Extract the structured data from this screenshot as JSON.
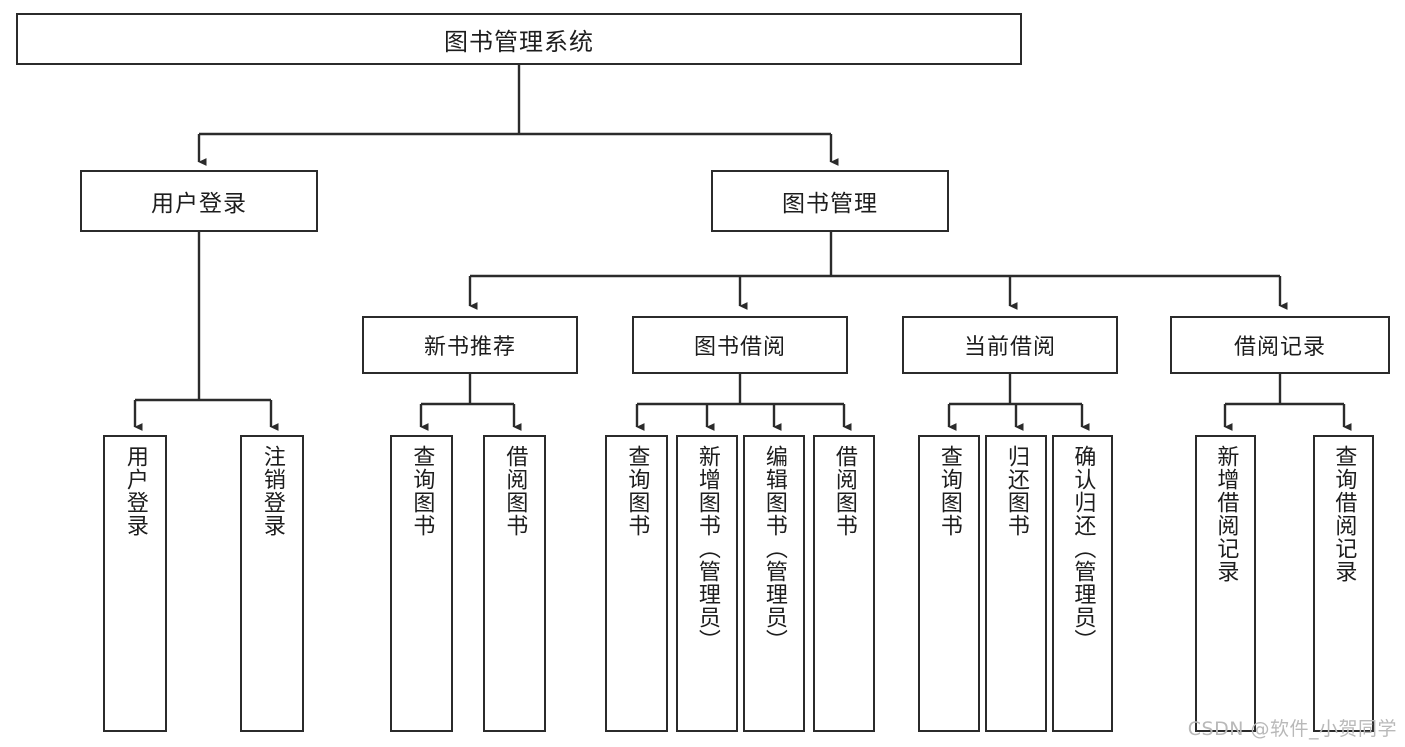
{
  "diagram": {
    "title": "图书管理系统",
    "type": "tree-diagram",
    "watermark": "CSDN @软件_小贺同学",
    "colors": {
      "border": "#2b2b2b",
      "background": "#ffffff",
      "text": "#1d1d1d",
      "watermark": "#b9b9b9"
    },
    "root": {
      "label": "图书管理系统"
    },
    "level2": [
      {
        "label": "用户登录"
      },
      {
        "label": "图书管理"
      }
    ],
    "level3": [
      {
        "label": "新书推荐"
      },
      {
        "label": "图书借阅"
      },
      {
        "label": "当前借阅"
      },
      {
        "label": "借阅记录"
      }
    ],
    "leaves": {
      "user_login": [
        {
          "label": "用户登录"
        },
        {
          "label": "注销登录"
        }
      ],
      "new_book_recommend": [
        {
          "label": "查询图书"
        },
        {
          "label": "借阅图书"
        }
      ],
      "book_borrow": [
        {
          "label": "查询图书"
        },
        {
          "label": "新增图书（管理员）"
        },
        {
          "label": "编辑图书（管理员）"
        },
        {
          "label": "借阅图书"
        }
      ],
      "current_borrow": [
        {
          "label": "查询图书"
        },
        {
          "label": "归还图书"
        },
        {
          "label": "确认归还（管理员）"
        }
      ],
      "borrow_record": [
        {
          "label": "新增借阅记录"
        },
        {
          "label": "查询借阅记录"
        }
      ]
    }
  }
}
